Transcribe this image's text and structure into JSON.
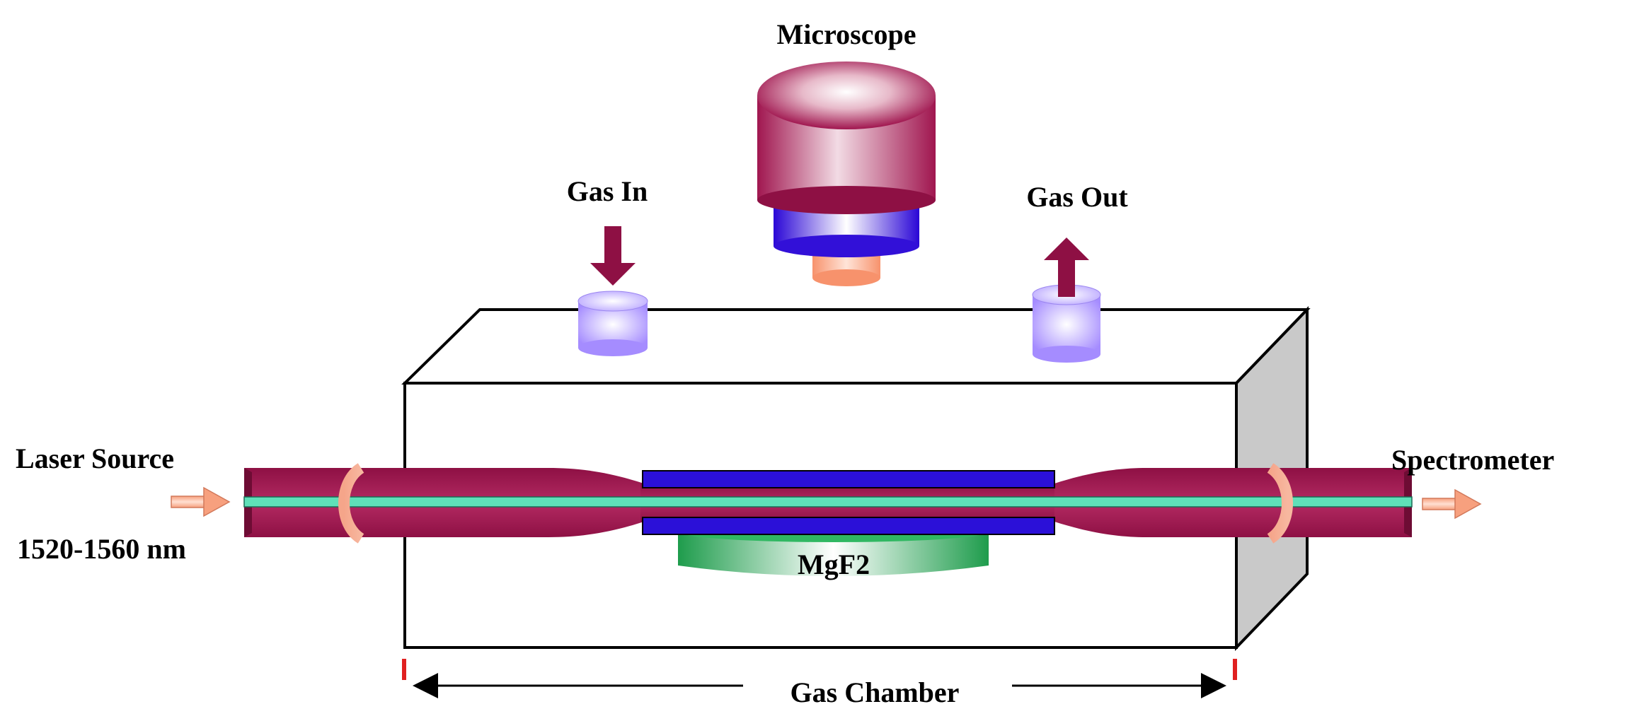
{
  "labels": {
    "microscope": "Microscope",
    "gas_in": "Gas In",
    "gas_out": "Gas Out",
    "laser_source": "Laser Source",
    "wavelength": "1520-1560 nm",
    "spectrometer": "Spectrometer",
    "mgf2": "MgF2",
    "gas_chamber": "Gas Chamber"
  },
  "colors": {
    "fiber": "#a0164f",
    "core": "#5fe0b8",
    "plate": "#2b10d8",
    "coupler": "#f5a58a",
    "chamber_side": "#c9c9c9",
    "port": "#b9a6ff",
    "mgf2": "#26b05a",
    "marker": "#e02020"
  }
}
